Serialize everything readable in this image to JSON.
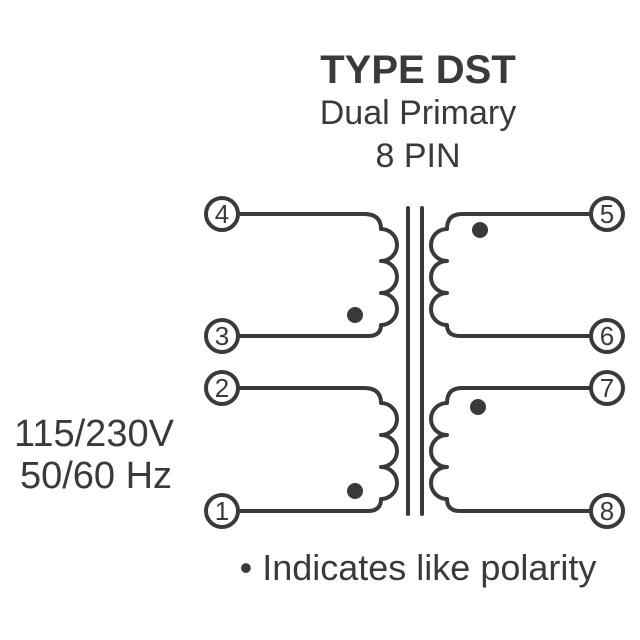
{
  "header": {
    "title": "TYPE DST",
    "subtitle": "Dual Primary",
    "pin_count": "8 PIN"
  },
  "input_rating": {
    "voltage": "115/230V",
    "frequency": "50/60 Hz"
  },
  "pins": {
    "p1": "1",
    "p2": "2",
    "p3": "3",
    "p4": "4",
    "p5": "5",
    "p6": "6",
    "p7": "7",
    "p8": "8"
  },
  "legend": {
    "polarity_note": "• Indicates like polarity"
  },
  "colors": {
    "ink": "#3a3a3a",
    "background": "#ffffff"
  }
}
